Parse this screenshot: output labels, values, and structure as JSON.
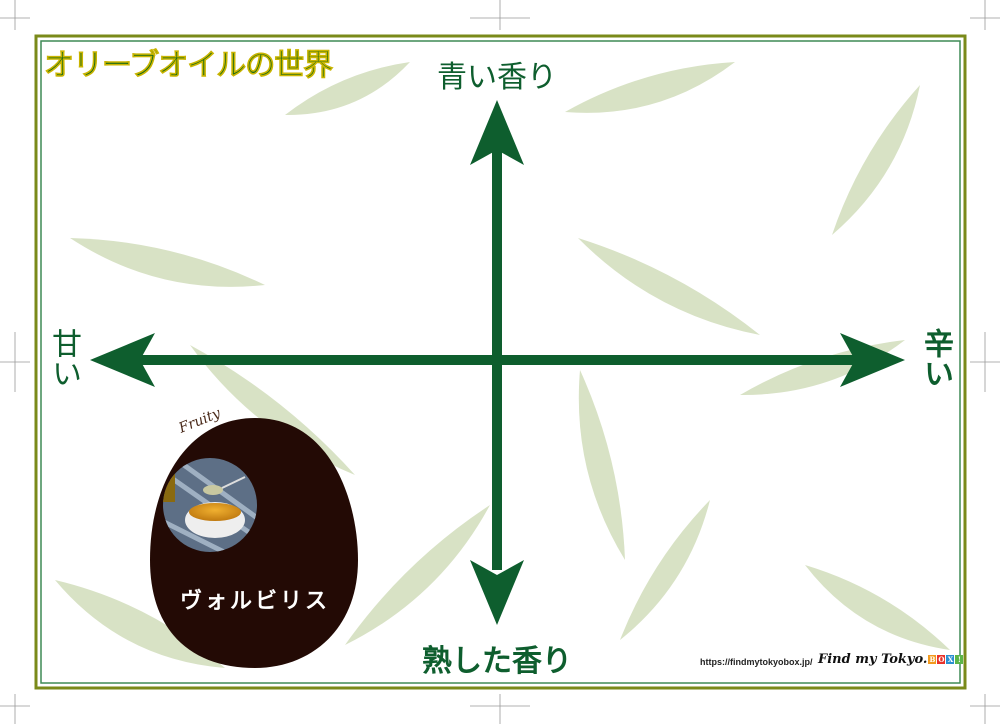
{
  "title": "オリーブオイルの世界",
  "axes": {
    "top": "青い香り",
    "bottom": "熟した香り",
    "left": "甘い",
    "right": "辛い"
  },
  "oil": {
    "category": "Fruity",
    "name": "ヴォルビリス"
  },
  "footer": {
    "url": "https://findmytokyobox.jp/",
    "brand": "Find my Tokyo.",
    "box_letters": [
      "B",
      "O",
      "X",
      "!"
    ]
  },
  "colors": {
    "axis_green": "#0e5e2e",
    "leaf": "#d8e2c5",
    "border_olive": "#7a8a1a",
    "egg": "#230a05",
    "box": [
      "#f29a1e",
      "#e8322a",
      "#2a8fd0",
      "#5bb548"
    ]
  }
}
